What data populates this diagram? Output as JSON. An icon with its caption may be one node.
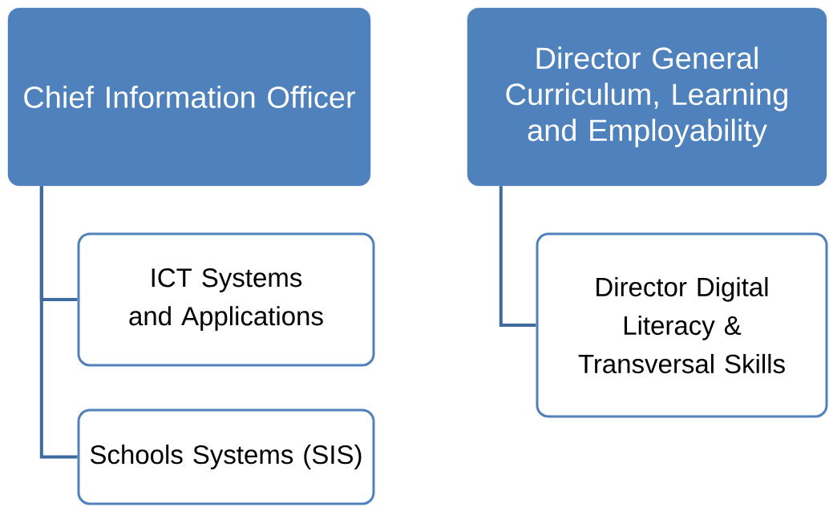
{
  "diagram": {
    "nodes": [
      {
        "text": [
          "Chief Information Officer"
        ]
      },
      {
        "text": [
          "ICT Systems and Applications"
        ]
      },
      {
        "text": [
          "Schools Systems (SIS)"
        ]
      },
      {
        "text": [
          "Director General Curriculum, Learning and Employability"
        ]
      },
      {
        "text": [
          "Director Digital Literacy & Transversal Skills"
        ]
      }
    ],
    "edges": [
      {
        "from": 0,
        "to": 1,
        "arrow": "none"
      },
      {
        "from": 0,
        "to": 2,
        "arrow": "none"
      },
      {
        "from": 3,
        "to": 4,
        "arrow": "none"
      }
    ]
  }
}
